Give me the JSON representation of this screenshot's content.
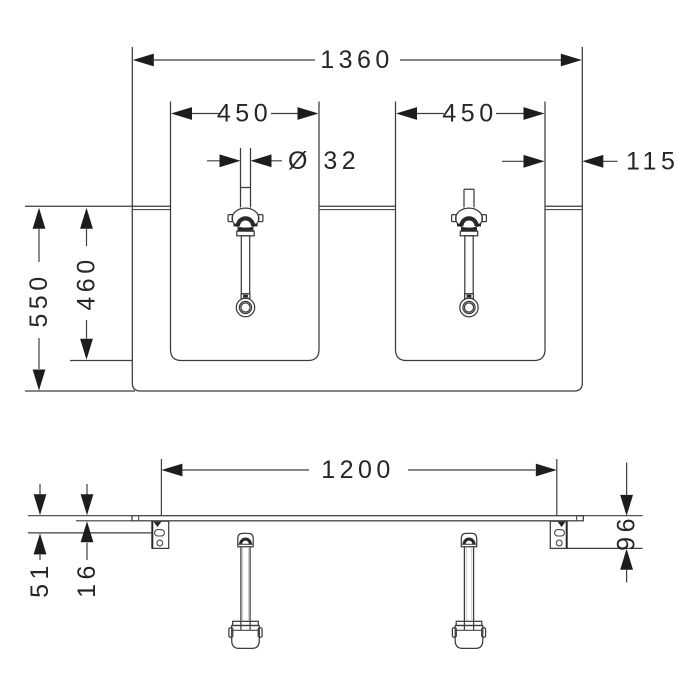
{
  "plan_view": {
    "overall_width": "1360",
    "left_basin_width": "450",
    "right_basin_width": "450",
    "drain_diameter": "Ø 32",
    "edge_offset": "115",
    "total_depth": "550",
    "basin_depth": "460"
  },
  "front_view": {
    "bracket_spacing": "1200",
    "slot_offset": "51",
    "plate_thickness": "16",
    "bracket_drop": "96"
  }
}
